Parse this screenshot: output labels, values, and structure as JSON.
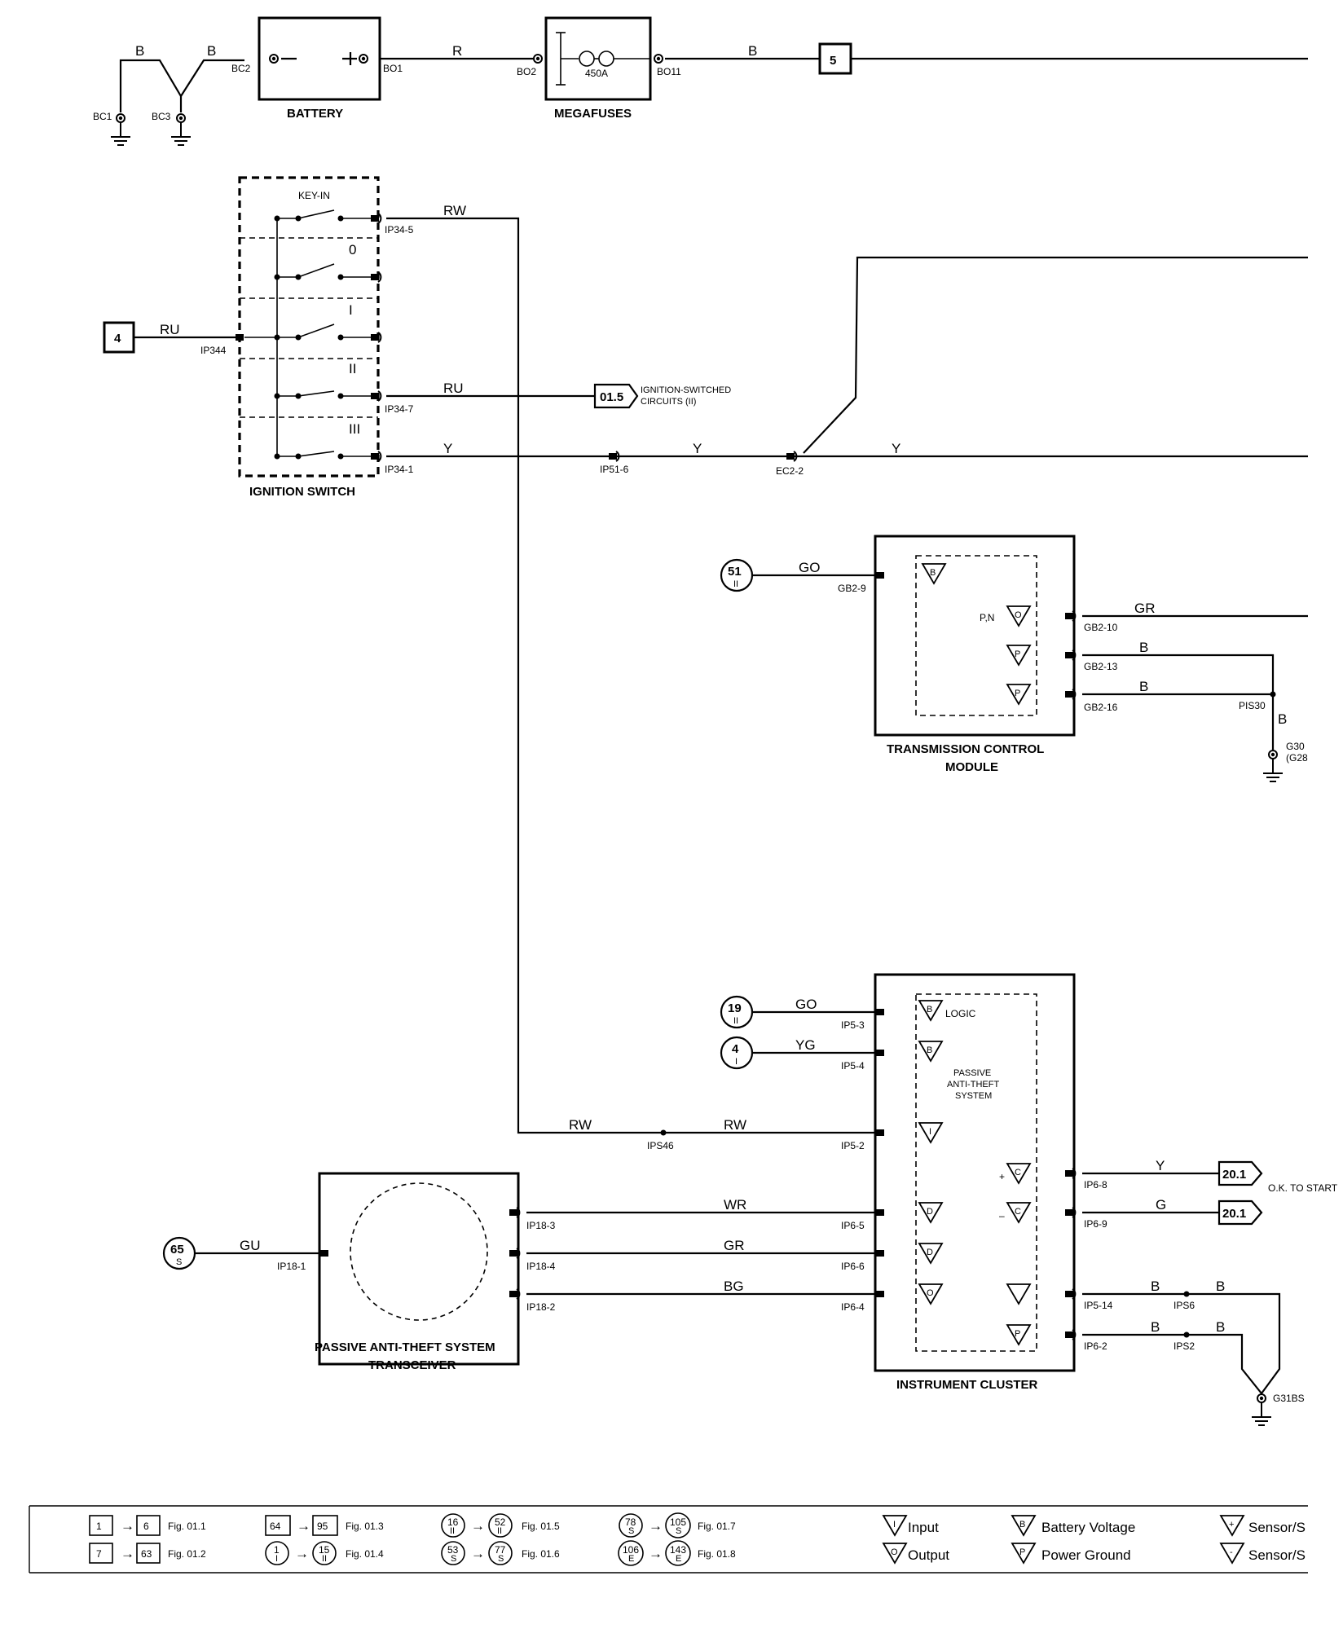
{
  "components": {
    "battery": "BATTERY",
    "megafuses": "MEGAFUSES",
    "ignition_switch": "IGNITION SWITCH",
    "tcm_line1": "TRANSMISSION CONTROL",
    "tcm_line2": "MODULE",
    "instrument_cluster": "INSTRUMENT CLUSTER",
    "pats_line1": "PASSIVE ANTI-THEFT SYSTEM",
    "pats_line2": "TRANSCEIVER",
    "pats_inner_1": "PASSIVE",
    "pats_inner_2": "ANTI-THEFT",
    "pats_inner_3": "SYSTEM",
    "fuse_rating": "450A"
  },
  "switch_positions": {
    "key_in": "KEY-IN",
    "p0": "0",
    "p1": "I",
    "p2": "II",
    "p3": "III"
  },
  "wires": {
    "b1": "B",
    "b2": "B",
    "r": "R",
    "b3": "B",
    "rw1": "RW",
    "ru1": "RU",
    "ru2": "RU",
    "y1": "Y",
    "y2": "Y",
    "y3": "Y",
    "go_tcm": "GO",
    "gr_tcm": "GR",
    "b_tcm1": "B",
    "b_tcm2": "B",
    "b_tcm3": "B",
    "go_ic": "GO",
    "yg_ic": "YG",
    "rw2": "RW",
    "rw3": "RW",
    "wr": "WR",
    "gr": "GR",
    "bg": "BG",
    "gu": "GU",
    "y_ic": "Y",
    "g_ic": "G",
    "b_ic1": "B",
    "b_ic2": "B",
    "b_ic3": "B",
    "b_ic4": "B"
  },
  "connectors": {
    "bc1": "BC1",
    "bc2": "BC2",
    "bc3": "BC3",
    "bo1": "BO1",
    "bo2": "BO2",
    "bo11": "BO11",
    "ip34_5": "IP34-5",
    "ip344": "IP344",
    "ip34_7": "IP34-7",
    "ip34_1": "IP34-1",
    "ip51_6": "IP51-6",
    "ec2_2": "EC2-2",
    "gb2_9": "GB2-9",
    "gb2_10": "GB2-10",
    "gb2_13": "GB2-13",
    "gb2_16": "GB2-16",
    "pis30": "PIS30",
    "g30": "G30",
    "g28": "(G28",
    "ip5_3": "IP5-3",
    "ip5_4": "IP5-4",
    "ips46": "IPS46",
    "ip5_2": "IP5-2",
    "ip6_5": "IP6-5",
    "ip6_6": "IP6-6",
    "ip6_4": "IP6-4",
    "ip18_1": "IP18-1",
    "ip18_3": "IP18-3",
    "ip18_4": "IP18-4",
    "ip18_2": "IP18-2",
    "ip6_8": "IP6-8",
    "ip6_9": "IP6-9",
    "ip5_14": "IP5-14",
    "ip6_2": "IP6-2",
    "ips6": "IPS6",
    "ips2": "IPS2",
    "g31bs": "G31BS"
  },
  "references": {
    "ref5": "5",
    "ref4": "4",
    "ref01_5": "01.5",
    "ref01_5_text1": "IGNITION-SWITCHED",
    "ref01_5_text2": "CIRCUITS (II)",
    "ref51": "51",
    "ref51_sub": "II",
    "ref19": "19",
    "ref19_sub": "II",
    "ref4i": "4",
    "ref4i_sub": "I",
    "ref65": "65",
    "ref65_sub": "S",
    "ref20_1a": "20.1",
    "ref20_1b": "20.1",
    "ok_to_start": "O.K. TO START"
  },
  "terminals": {
    "pn": "P,N",
    "logic": "LOGIC",
    "plus": "+",
    "minus": "–"
  },
  "legend": {
    "r1": {
      "a": "1",
      "b": "6",
      "fig": "Fig. 01.1"
    },
    "r2": {
      "a": "7",
      "b": "63",
      "fig": "Fig. 01.2"
    },
    "r3": {
      "a": "64",
      "b": "95",
      "fig": "Fig. 01.3"
    },
    "r4": {
      "a": "1",
      "as": "I",
      "b": "15",
      "bs": "II",
      "fig": "Fig. 01.4"
    },
    "r5": {
      "a": "16",
      "as": "II",
      "b": "52",
      "bs": "II",
      "fig": "Fig. 01.5"
    },
    "r6": {
      "a": "53",
      "as": "S",
      "b": "77",
      "bs": "S",
      "fig": "Fig. 01.6"
    },
    "r7": {
      "a": "78",
      "as": "S",
      "b": "105",
      "bs": "S",
      "fig": "Fig. 01.7"
    },
    "r8": {
      "a": "106",
      "as": "E",
      "b": "143",
      "bs": "E",
      "fig": "Fig. 01.8"
    },
    "input": "Input",
    "output": "Output",
    "battery_voltage": "Battery Voltage",
    "power_ground": "Power Ground",
    "sensor_pos": "Sensor/S",
    "sensor_neg": "Sensor/S"
  },
  "icons": {
    "input_symbol": "I",
    "output_symbol": "O",
    "battery_symbol": "B",
    "ground_symbol": "P",
    "data_symbol": "D",
    "c_symbol": "C",
    "sensor_pos_symbol": "+",
    "sensor_neg_symbol": "-"
  }
}
